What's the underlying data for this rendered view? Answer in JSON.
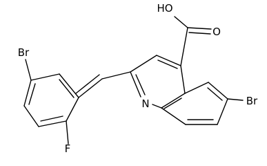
{
  "molecule": {
    "labels": {
      "carboxyl_oh": "HO",
      "carboxyl_o": "O",
      "ring_n": "N",
      "br_quinoline": "Br",
      "br_phenyl": "Br",
      "fluorine": "F"
    }
  }
}
